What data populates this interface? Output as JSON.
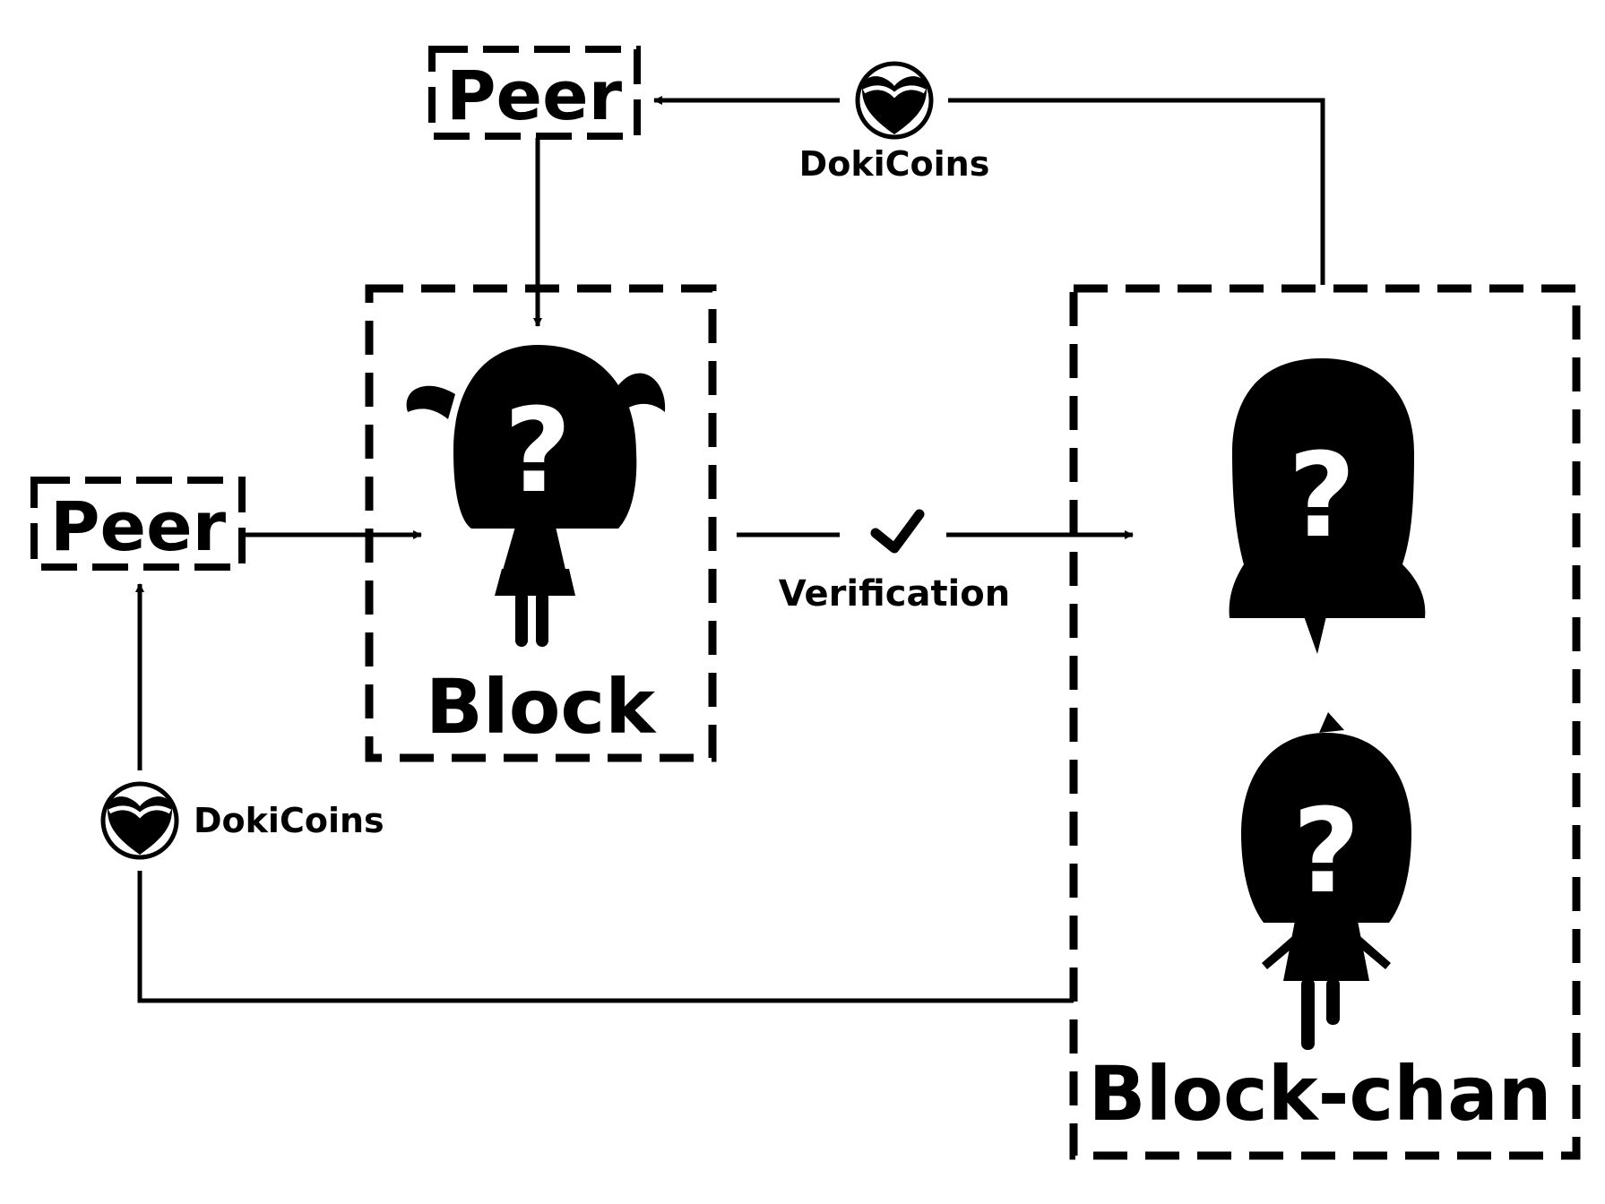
{
  "nodes": {
    "peer_top": {
      "label": "Peer"
    },
    "peer_left": {
      "label": "Peer"
    },
    "block": {
      "label": "Block",
      "figure_icon": "mystery-silhouette-icon"
    },
    "blockchain": {
      "label": "Block-chan",
      "figure_icons": [
        "mystery-silhouette-icon",
        "mystery-silhouette-icon"
      ]
    }
  },
  "edges": {
    "reward_top": {
      "label": "DokiCoins",
      "icon": "heart-coin-icon"
    },
    "reward_left": {
      "label": "DokiCoins",
      "icon": "heart-coin-icon"
    },
    "verification": {
      "label": "Verification",
      "icon": "check-icon"
    }
  },
  "glyphs": {
    "question_mark": "?"
  },
  "colors": {
    "ink": "#000000",
    "paper": "#ffffff"
  }
}
